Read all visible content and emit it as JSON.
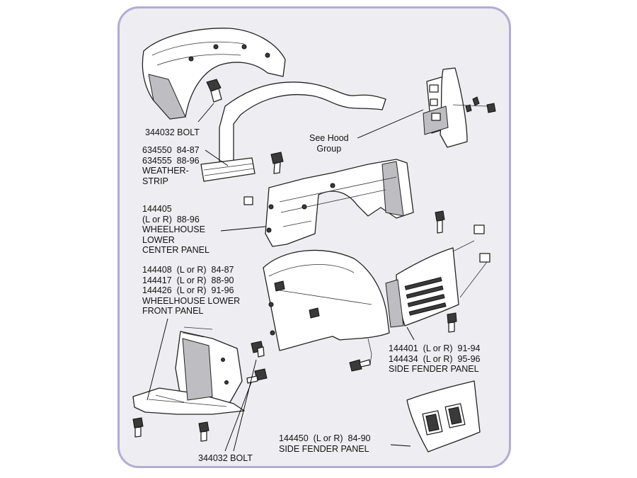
{
  "labels": {
    "bolt_top": "344032 BOLT",
    "weatherstrip": "634550  84-87\n634555  88-96\nWEATHER-\nSTRIP",
    "hood": "See Hood\nGroup",
    "center_panel": "144405\n(L or R)  88-96\nWHEELHOUSE\nLOWER\nCENTER PANEL",
    "front_panel": "144408  (L or R)  84-87\n144417  (L or R)  88-90\n144426  (L or R)  91-96\nWHEELHOUSE LOWER\nFRONT PANEL",
    "side_fender_upper": "144401  (L or R)  91-94\n144434  (L or R)  95-96\nSIDE FENDER PANEL",
    "side_fender_lower": "144450  (L or R)  84-90\nSIDE FENDER PANEL",
    "bolt_bottom": "344032 BOLT"
  },
  "colors": {
    "frame_border": "#b3acd4",
    "frame_fill": "#eeeef2"
  }
}
